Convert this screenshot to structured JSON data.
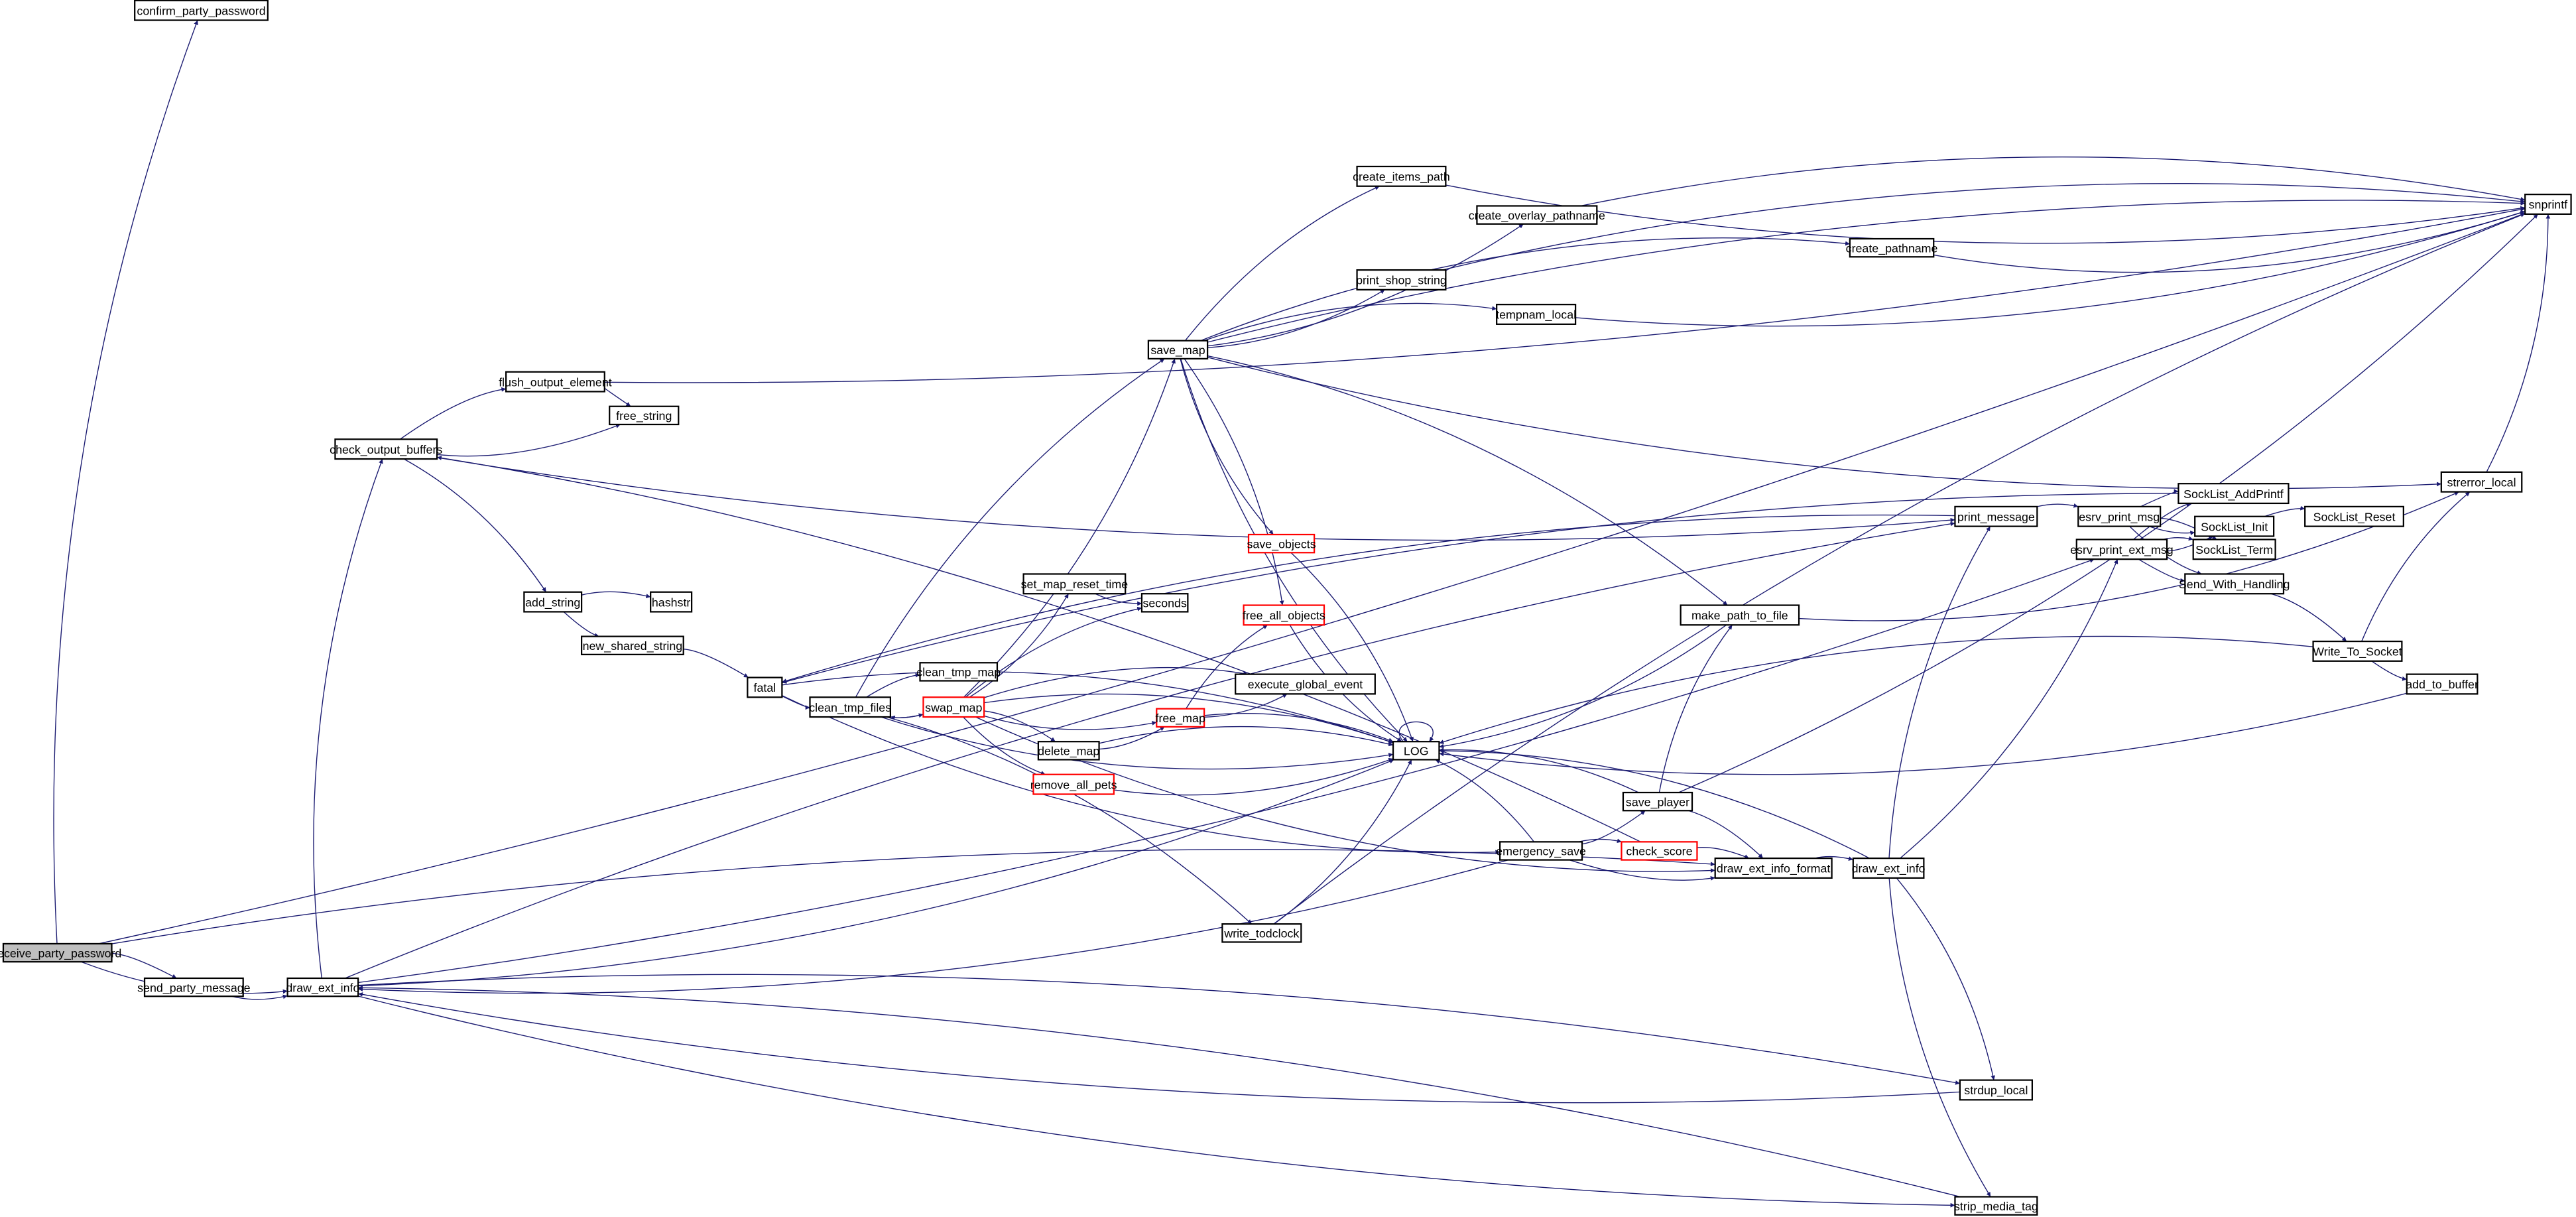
{
  "graph": {
    "type": "call-graph",
    "edge_color": "#191970",
    "highlight_border_color": "#ff0000",
    "focus_fill": "#bfbfbf",
    "nodes": [
      {
        "id": "confirm_party_password",
        "label": "confirm_party_password",
        "style": "normal"
      },
      {
        "id": "receive_party_password",
        "label": "receive_party_password",
        "style": "focus"
      },
      {
        "id": "send_party_message",
        "label": "send_party_message",
        "style": "normal"
      },
      {
        "id": "draw_ext_info",
        "label": "draw_ext_info",
        "style": "normal"
      },
      {
        "id": "check_output_buffers",
        "label": "check_output_buffers",
        "style": "normal"
      },
      {
        "id": "flush_output_element",
        "label": "flush_output_element",
        "style": "normal"
      },
      {
        "id": "free_string",
        "label": "free_string",
        "style": "normal"
      },
      {
        "id": "add_string",
        "label": "add_string",
        "style": "normal"
      },
      {
        "id": "hashstr",
        "label": "hashstr",
        "style": "normal"
      },
      {
        "id": "new_shared_string",
        "label": "new_shared_string",
        "style": "normal"
      },
      {
        "id": "fatal",
        "label": "fatal",
        "style": "normal"
      },
      {
        "id": "clean_tmp_files",
        "label": "clean_tmp_files",
        "style": "normal"
      },
      {
        "id": "clean_tmp_map",
        "label": "clean_tmp_map",
        "style": "normal"
      },
      {
        "id": "swap_map",
        "label": "swap_map",
        "style": "red"
      },
      {
        "id": "set_map_reset_time",
        "label": "set_map_reset_time",
        "style": "normal"
      },
      {
        "id": "seconds",
        "label": "seconds",
        "style": "normal"
      },
      {
        "id": "save_map",
        "label": "save_map",
        "style": "normal"
      },
      {
        "id": "save_objects",
        "label": "save_objects",
        "style": "red"
      },
      {
        "id": "free_all_objects",
        "label": "free_all_objects",
        "style": "red"
      },
      {
        "id": "execute_global_event",
        "label": "execute_global_event",
        "style": "normal"
      },
      {
        "id": "free_map",
        "label": "free_map",
        "style": "red"
      },
      {
        "id": "delete_map",
        "label": "delete_map",
        "style": "normal"
      },
      {
        "id": "remove_all_pets",
        "label": "remove_all_pets",
        "style": "red"
      },
      {
        "id": "create_items_path",
        "label": "create_items_path",
        "style": "normal"
      },
      {
        "id": "create_overlay_pathname",
        "label": "create_overlay_pathname",
        "style": "normal"
      },
      {
        "id": "create_pathname",
        "label": "create_pathname",
        "style": "normal"
      },
      {
        "id": "print_shop_string",
        "label": "print_shop_string",
        "style": "normal"
      },
      {
        "id": "tempnam_local",
        "label": "tempnam_local",
        "style": "normal"
      },
      {
        "id": "LOG",
        "label": "LOG",
        "style": "normal"
      },
      {
        "id": "write_todclock",
        "label": "write_todclock",
        "style": "normal"
      },
      {
        "id": "emergency_save",
        "label": "emergency_save",
        "style": "normal"
      },
      {
        "id": "save_player",
        "label": "save_player",
        "style": "normal"
      },
      {
        "id": "check_score",
        "label": "check_score",
        "style": "red"
      },
      {
        "id": "draw_ext_info_format",
        "label": "draw_ext_info_format",
        "style": "normal"
      },
      {
        "id": "draw_ext_info_2",
        "label": "draw_ext_info",
        "style": "normal"
      },
      {
        "id": "make_path_to_file",
        "label": "make_path_to_file",
        "style": "normal"
      },
      {
        "id": "print_message",
        "label": "print_message",
        "style": "normal"
      },
      {
        "id": "esrv_print_msg",
        "label": "esrv_print_msg",
        "style": "normal"
      },
      {
        "id": "esrv_print_ext_msg",
        "label": "esrv_print_ext_msg",
        "style": "normal"
      },
      {
        "id": "SockList_AddPrintf",
        "label": "SockList_AddPrintf",
        "style": "normal"
      },
      {
        "id": "SockList_Init",
        "label": "SockList_Init",
        "style": "normal"
      },
      {
        "id": "SockList_Reset",
        "label": "SockList_Reset",
        "style": "normal"
      },
      {
        "id": "SockList_Term",
        "label": "SockList_Term",
        "style": "normal"
      },
      {
        "id": "Send_With_Handling",
        "label": "Send_With_Handling",
        "style": "normal"
      },
      {
        "id": "Write_To_Socket",
        "label": "Write_To_Socket",
        "style": "normal"
      },
      {
        "id": "add_to_buffer",
        "label": "add_to_buffer",
        "style": "normal"
      },
      {
        "id": "strerror_local",
        "label": "strerror_local",
        "style": "normal"
      },
      {
        "id": "snprintf",
        "label": "snprintf",
        "style": "normal"
      },
      {
        "id": "strdup_local",
        "label": "strdup_local",
        "style": "normal"
      },
      {
        "id": "strip_media_tag",
        "label": "strip_media_tag",
        "style": "normal"
      }
    ],
    "edges": [
      [
        "receive_party_password",
        "confirm_party_password"
      ],
      [
        "receive_party_password",
        "snprintf"
      ],
      [
        "receive_party_password",
        "send_party_message"
      ],
      [
        "receive_party_password",
        "draw_ext_info"
      ],
      [
        "receive_party_password",
        "draw_ext_info_format"
      ],
      [
        "send_party_message",
        "draw_ext_info"
      ],
      [
        "draw_ext_info",
        "check_output_buffers"
      ],
      [
        "draw_ext_info",
        "esrv_print_ext_msg"
      ],
      [
        "draw_ext_info",
        "print_message"
      ],
      [
        "draw_ext_info",
        "LOG"
      ],
      [
        "draw_ext_info",
        "strdup_local"
      ],
      [
        "draw_ext_info",
        "strip_media_tag"
      ],
      [
        "check_output_buffers",
        "flush_output_element"
      ],
      [
        "check_output_buffers",
        "free_string"
      ],
      [
        "check_output_buffers",
        "add_string"
      ],
      [
        "check_output_buffers",
        "print_message"
      ],
      [
        "flush_output_element",
        "free_string"
      ],
      [
        "flush_output_element",
        "snprintf"
      ],
      [
        "add_string",
        "hashstr"
      ],
      [
        "add_string",
        "new_shared_string"
      ],
      [
        "new_shared_string",
        "fatal"
      ],
      [
        "fatal",
        "clean_tmp_files"
      ],
      [
        "fatal",
        "LOG"
      ],
      [
        "fatal",
        "emergency_save"
      ],
      [
        "clean_tmp_files",
        "clean_tmp_map"
      ],
      [
        "clean_tmp_files",
        "swap_map"
      ],
      [
        "clean_tmp_files",
        "save_map"
      ],
      [
        "clean_tmp_files",
        "LOG"
      ],
      [
        "clean_tmp_files",
        "write_todclock"
      ],
      [
        "swap_map",
        "set_map_reset_time"
      ],
      [
        "swap_map",
        "seconds"
      ],
      [
        "swap_map",
        "save_map"
      ],
      [
        "swap_map",
        "execute_global_event"
      ],
      [
        "swap_map",
        "free_map"
      ],
      [
        "swap_map",
        "delete_map"
      ],
      [
        "swap_map",
        "remove_all_pets"
      ],
      [
        "swap_map",
        "LOG"
      ],
      [
        "swap_map",
        "draw_ext_info_format"
      ],
      [
        "swap_map",
        "clean_tmp_files"
      ],
      [
        "set_map_reset_time",
        "seconds"
      ],
      [
        "free_map",
        "free_all_objects"
      ],
      [
        "free_map",
        "execute_global_event"
      ],
      [
        "free_map",
        "LOG"
      ],
      [
        "delete_map",
        "free_map"
      ],
      [
        "delete_map",
        "LOG"
      ],
      [
        "remove_all_pets",
        "LOG"
      ],
      [
        "save_map",
        "create_items_path"
      ],
      [
        "save_map",
        "create_overlay_pathname"
      ],
      [
        "save_map",
        "create_pathname"
      ],
      [
        "save_map",
        "print_shop_string"
      ],
      [
        "save_map",
        "tempnam_local"
      ],
      [
        "save_map",
        "save_objects"
      ],
      [
        "save_map",
        "free_all_objects"
      ],
      [
        "save_map",
        "LOG"
      ],
      [
        "save_map",
        "make_path_to_file"
      ],
      [
        "save_map",
        "strerror_local"
      ],
      [
        "save_map",
        "snprintf"
      ],
      [
        "create_items_path",
        "snprintf"
      ],
      [
        "create_overlay_pathname",
        "snprintf"
      ],
      [
        "create_pathname",
        "snprintf"
      ],
      [
        "print_shop_string",
        "snprintf"
      ],
      [
        "tempnam_local",
        "snprintf"
      ],
      [
        "save_objects",
        "LOG"
      ],
      [
        "free_all_objects",
        "LOG"
      ],
      [
        "LOG",
        "LOG"
      ],
      [
        "write_todclock",
        "LOG"
      ],
      [
        "write_todclock",
        "snprintf"
      ],
      [
        "emergency_save",
        "save_player"
      ],
      [
        "emergency_save",
        "check_score"
      ],
      [
        "emergency_save",
        "LOG"
      ],
      [
        "emergency_save",
        "draw_ext_info"
      ],
      [
        "emergency_save",
        "draw_ext_info_format"
      ],
      [
        "save_player",
        "make_path_to_file"
      ],
      [
        "save_player",
        "LOG"
      ],
      [
        "save_player",
        "draw_ext_info_format"
      ],
      [
        "save_player",
        "snprintf"
      ],
      [
        "check_score",
        "draw_ext_info_format"
      ],
      [
        "check_score",
        "check_output_buffers"
      ],
      [
        "draw_ext_info_format",
        "draw_ext_info_2"
      ],
      [
        "draw_ext_info_2",
        "LOG"
      ],
      [
        "draw_ext_info_2",
        "print_message"
      ],
      [
        "draw_ext_info_2",
        "esrv_print_ext_msg"
      ],
      [
        "draw_ext_info_2",
        "strdup_local"
      ],
      [
        "draw_ext_info_2",
        "strip_media_tag"
      ],
      [
        "make_path_to_file",
        "LOG"
      ],
      [
        "make_path_to_file",
        "strerror_local"
      ],
      [
        "print_message",
        "esrv_print_msg"
      ],
      [
        "print_message",
        "fatal"
      ],
      [
        "esrv_print_msg",
        "SockList_AddPrintf"
      ],
      [
        "esrv_print_msg",
        "SockList_Init"
      ],
      [
        "esrv_print_msg",
        "SockList_Term"
      ],
      [
        "esrv_print_msg",
        "Send_With_Handling"
      ],
      [
        "esrv_print_ext_msg",
        "SockList_AddPrintf"
      ],
      [
        "esrv_print_ext_msg",
        "SockList_Init"
      ],
      [
        "esrv_print_ext_msg",
        "SockList_Term"
      ],
      [
        "esrv_print_ext_msg",
        "Send_With_Handling"
      ],
      [
        "SockList_Init",
        "SockList_Reset"
      ],
      [
        "SockList_AddPrintf",
        "fatal"
      ],
      [
        "Send_With_Handling",
        "Write_To_Socket"
      ],
      [
        "Write_To_Socket",
        "add_to_buffer"
      ],
      [
        "Write_To_Socket",
        "strerror_local"
      ],
      [
        "Write_To_Socket",
        "LOG"
      ],
      [
        "add_to_buffer",
        "LOG"
      ],
      [
        "strerror_local",
        "snprintf"
      ],
      [
        "strdup_local",
        "draw_ext_info"
      ],
      [
        "strip_media_tag",
        "draw_ext_info"
      ]
    ]
  }
}
